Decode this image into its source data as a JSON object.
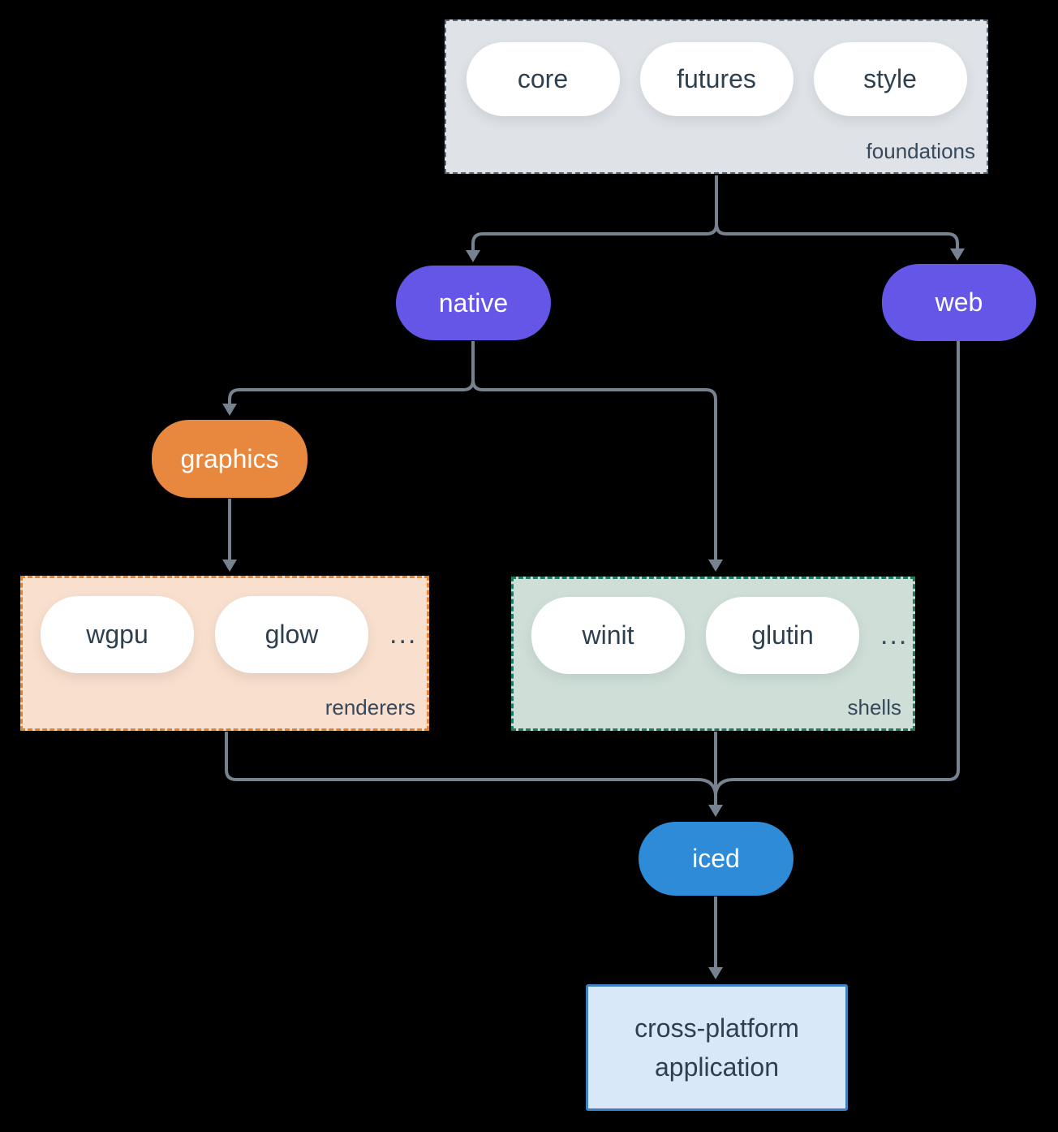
{
  "diagram": {
    "foundations": {
      "label": "foundations",
      "pills": [
        "core",
        "futures",
        "style"
      ]
    },
    "native": {
      "label": "native"
    },
    "web": {
      "label": "web"
    },
    "graphics": {
      "label": "graphics"
    },
    "renderers": {
      "label": "renderers",
      "pills": [
        "wgpu",
        "glow"
      ],
      "ellipsis": "..."
    },
    "shells": {
      "label": "shells",
      "pills": [
        "winit",
        "glutin"
      ],
      "ellipsis": "..."
    },
    "iced": {
      "label": "iced"
    },
    "application": {
      "line1": "cross-platform",
      "line2": "application"
    }
  },
  "colors": {
    "background": "#000000",
    "arrow": "#76828f",
    "foundations_bg": "#dfe3e8",
    "foundations_border": "#5b6c7c",
    "native_web": "#6457e8",
    "graphics": "#e8873e",
    "renderers_bg": "#f9dfcd",
    "renderers_border": "#e8832d",
    "shells_bg": "#cfdfd8",
    "shells_border": "#1f7a66",
    "iced": "#2d8bd8",
    "application_bg": "#d9e8f9",
    "application_border": "#3e80c4",
    "text_dark": "#2e3f50",
    "pill_bg": "#ffffff"
  }
}
